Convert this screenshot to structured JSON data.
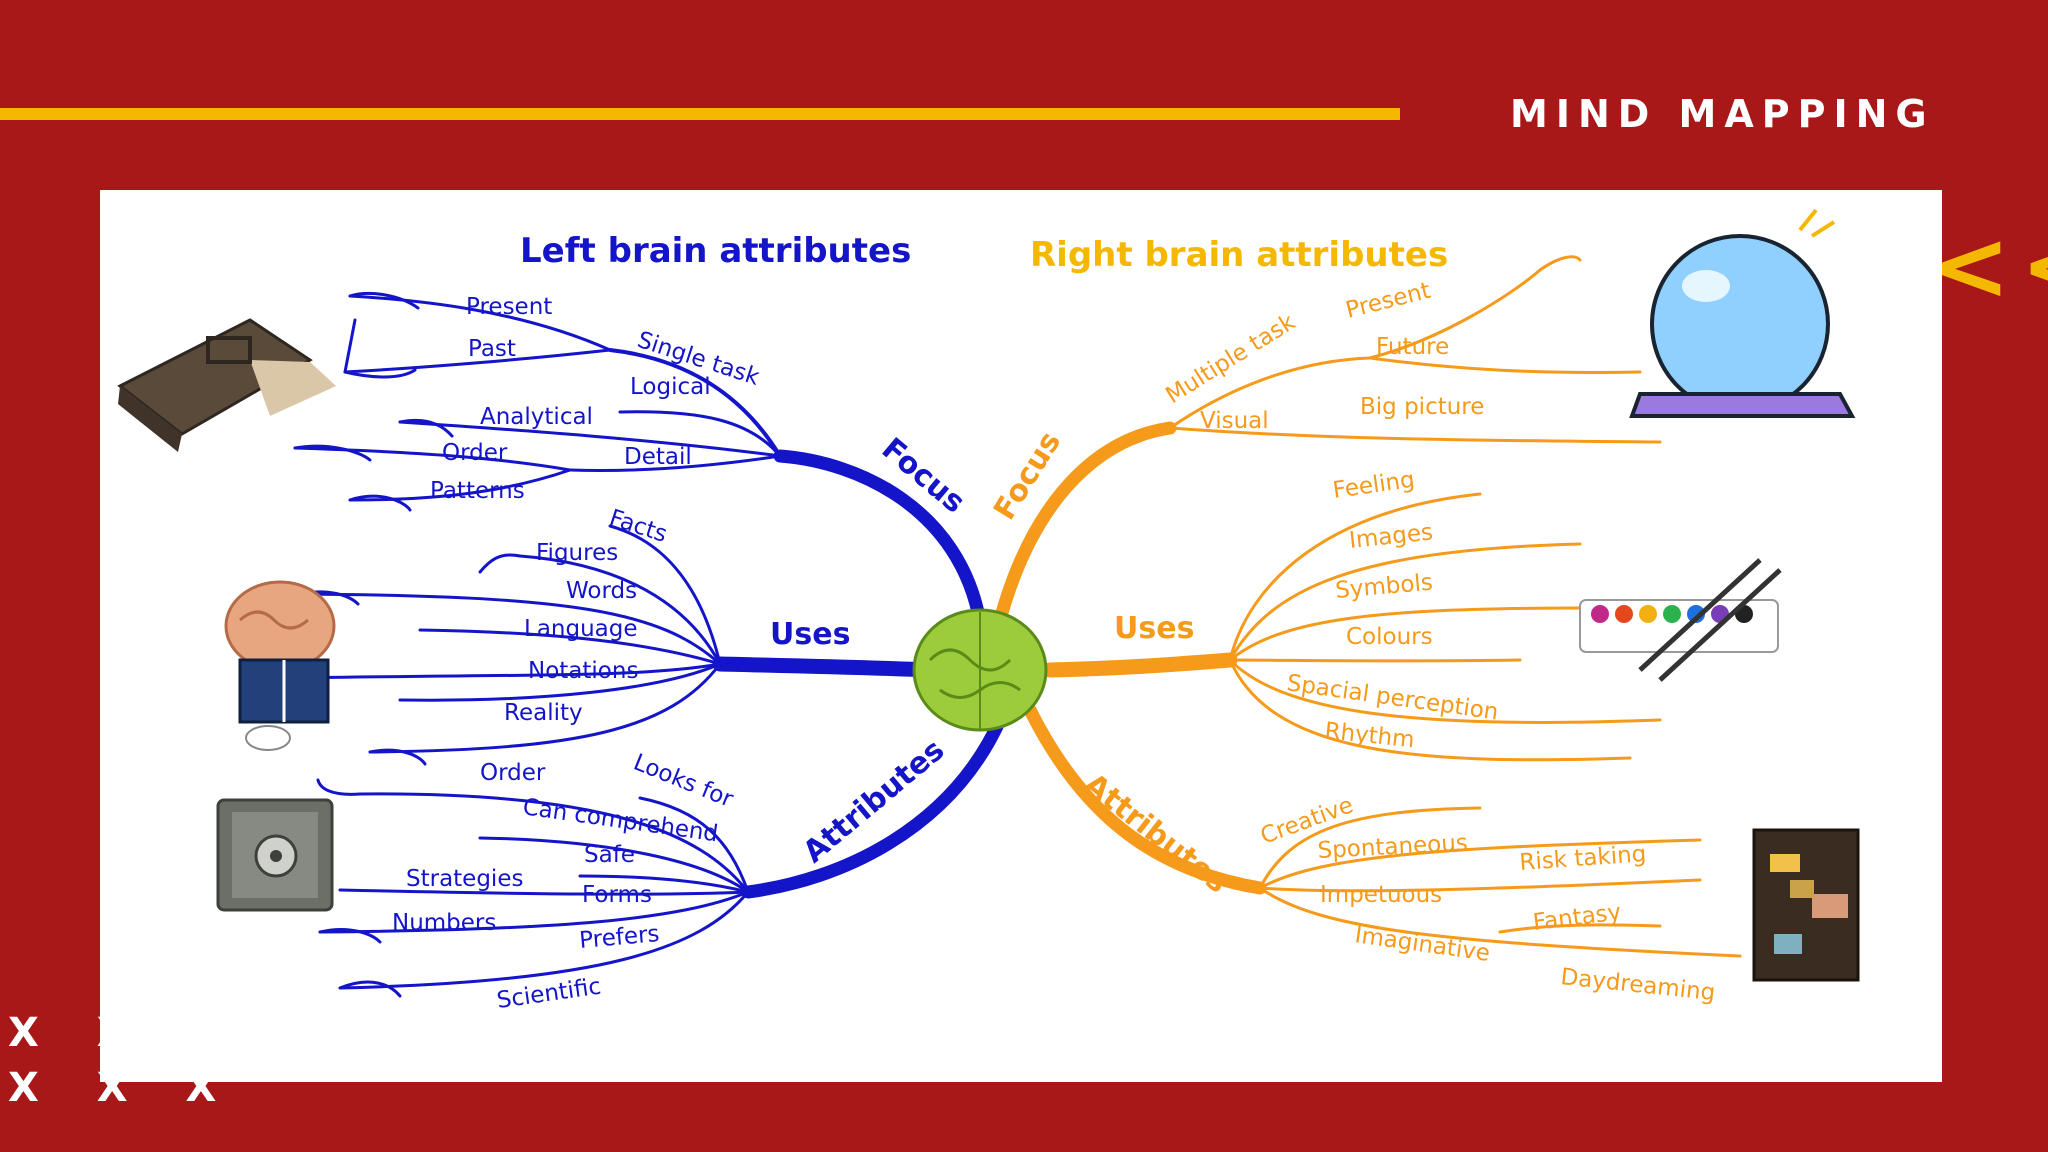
{
  "slide": {
    "title": "MIND MAPPING",
    "chevrons": "<<",
    "decor_marks": [
      "X X",
      "X X X"
    ],
    "colors": {
      "background": "#a81818",
      "accent": "#f5b800",
      "text": "#ffffff",
      "panel": "#ffffff"
    }
  },
  "diagram": {
    "colors": {
      "left": "#1414c8",
      "right": "#f59a1a",
      "brain": "#9ccc3c"
    },
    "left": {
      "heading": "Left brain attributes",
      "hubs": {
        "focus": "Focus",
        "uses": "Uses",
        "attributes": "Attributes"
      },
      "focus": {
        "single_task": "Single task",
        "present": "Present",
        "past": "Past",
        "logical": "Logical",
        "analytical": "Analytical",
        "detail": "Detail",
        "order": "Order",
        "patterns": "Patterns"
      },
      "uses": [
        "Facts",
        "Figures",
        "Words",
        "Language",
        "Notations",
        "Reality"
      ],
      "attributes": {
        "looks_for": "Looks for",
        "order": "Order",
        "can_comprehend": "Can comprehend",
        "safe": "Safe",
        "forms": "Forms",
        "strategies": "Strategies",
        "prefers": "Prefers",
        "numbers": "Numbers",
        "scientific": "Scientific"
      }
    },
    "right": {
      "heading": "Right brain attributes",
      "hubs": {
        "focus": "Focus",
        "uses": "Uses",
        "attributes": "Attributes"
      },
      "focus": {
        "multiple_task": "Multiple task",
        "present": "Present",
        "future": "Future",
        "visual": "Visual",
        "big_picture": "Big picture"
      },
      "uses": [
        "Feeling",
        "Images",
        "Symbols",
        "Colours",
        "Spacial perception",
        "Rhythm"
      ],
      "attributes": {
        "creative": "Creative",
        "spontaneous": "Spontaneous",
        "risk_taking": "Risk taking",
        "impetuous": "Impetuous",
        "imaginative": "Imaginative",
        "fantasy": "Fantasy",
        "daydreaming": "Daydreaming"
      }
    }
  }
}
